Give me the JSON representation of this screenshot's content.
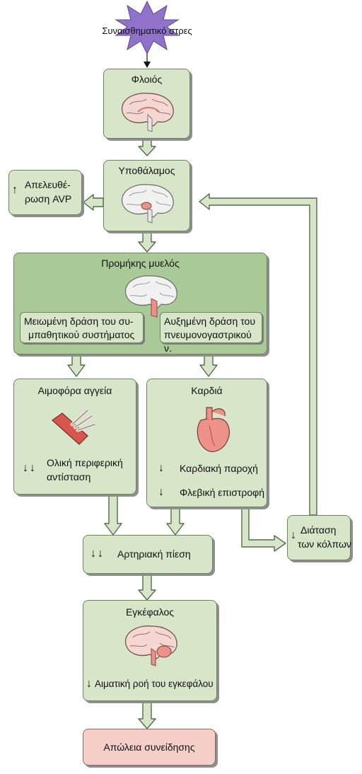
{
  "trigger": {
    "label": "Συναισθηματικό στρες"
  },
  "cortex": {
    "title": "Φλοιός"
  },
  "hypothalamus": {
    "title": "Υποθάλαμος"
  },
  "avp": {
    "arrow": "↑",
    "line1": "Απελευθέ-",
    "line2": "ρωση AVP"
  },
  "medulla": {
    "title": "Προμήκης μυελός",
    "left": {
      "line1": "Μειωμένη δράση του συ-",
      "line2": "μπαθητικού συστήματος"
    },
    "right": {
      "line1": "Αυξημένη δράση του",
      "line2": "πνευμονογαστρικού ν."
    }
  },
  "vessels": {
    "title": "Αιμοφόρα αγγεία",
    "arrows": "↓↓",
    "line1": "Ολική περιφερική",
    "line2": "αντίσταση"
  },
  "heart": {
    "title": "Καρδιά",
    "items": [
      {
        "arrow": "↓",
        "label": "Καρδιακή παροχή"
      },
      {
        "arrow": "↓",
        "label": "Φλεβική επιστροφή"
      }
    ]
  },
  "atria": {
    "arrow": "↓",
    "line1": "Διάταση",
    "line2": "των κόλπων"
  },
  "bp": {
    "arrows": "↓↓",
    "label": "Αρτηριακή πίεση"
  },
  "brain": {
    "title": "Εγκέφαλος",
    "arrow": "↓",
    "label": "Αιματική ροή του εγκεφάλου"
  },
  "outcome": {
    "label": "Απώλεια συνείδησης"
  },
  "colors": {
    "box": "#d7e6c8",
    "medulla": "#a9c996",
    "outcome": "#f6cfc8",
    "starburst": "#8f72c9",
    "vessel": "#d9564f",
    "heart": "#ee9189"
  }
}
